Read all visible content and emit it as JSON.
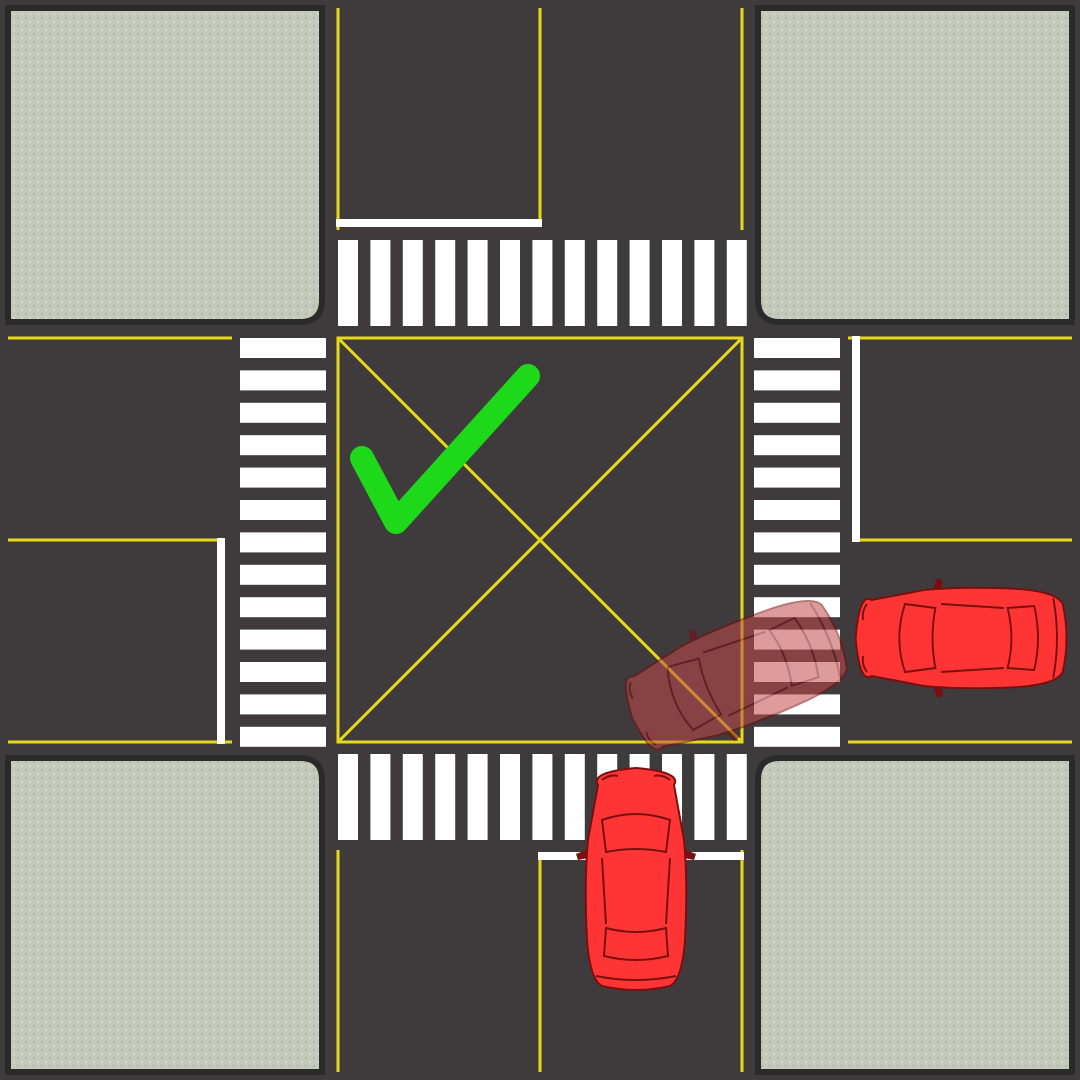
{
  "scene": {
    "kind": "intersection-diagram",
    "colors": {
      "asphalt": "#3f3b3c",
      "sidewalk": "#c4c9bb",
      "curb": "#2a2a2a",
      "lane_line": "#e6d91a",
      "marking": "#ffffff",
      "car": "#ff3535",
      "car_ghost": "#a84545",
      "checkmark": "#1ed81a"
    },
    "icons": {
      "result": "checkmark-icon",
      "vehicles": [
        "car-icon",
        "car-icon",
        "car-ghost-icon"
      ]
    },
    "vehicles": [
      {
        "name": "car-south-approach",
        "heading": "north",
        "state": "waiting-at-stop-line"
      },
      {
        "name": "car-east-approach",
        "heading": "west",
        "state": "waiting-at-stop-line"
      },
      {
        "name": "car-east-turning-ghost",
        "heading": "south-west",
        "state": "turning-left-faded"
      }
    ]
  }
}
